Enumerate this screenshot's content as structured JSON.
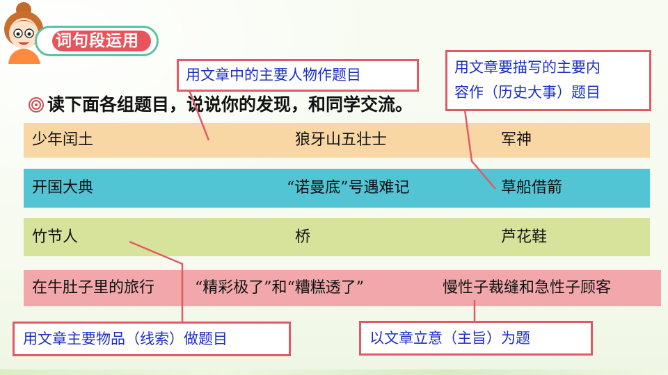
{
  "header": {
    "title": "词句段运用"
  },
  "instruction": {
    "text": "读下面各组题目，说说你的发现，和同学交流。"
  },
  "rows": [
    {
      "cells": [
        "少年闰土",
        "狼牙山五壮士",
        "军神"
      ]
    },
    {
      "cells": [
        "开国大典",
        "“诺曼底”号遇难记",
        "草船借箭"
      ]
    },
    {
      "cells": [
        "竹节人",
        "桥",
        "芦花鞋"
      ]
    },
    {
      "cells": [
        "在牛肚子里的旅行",
        "“精彩极了”和“糟糕透了”",
        "慢性子裁缝和急性子顾客"
      ]
    }
  ],
  "callouts": {
    "person": "用文章中的主要人物作题目",
    "event_line1": "用文章要描写的主要内",
    "event_line2": "容作（历史大事）题目",
    "object": "用文章主要物品（线索）做题目",
    "theme": "以文章立意（主旨）为题"
  },
  "colors": {
    "row1": "#f9d7a5",
    "row2": "#52c4d4",
    "row3": "#d7e29b",
    "row4": "#f2a8ab",
    "callout_border": "#e05a66",
    "callout_text": "#1a2ec5",
    "title_pill": "#e8545c"
  }
}
